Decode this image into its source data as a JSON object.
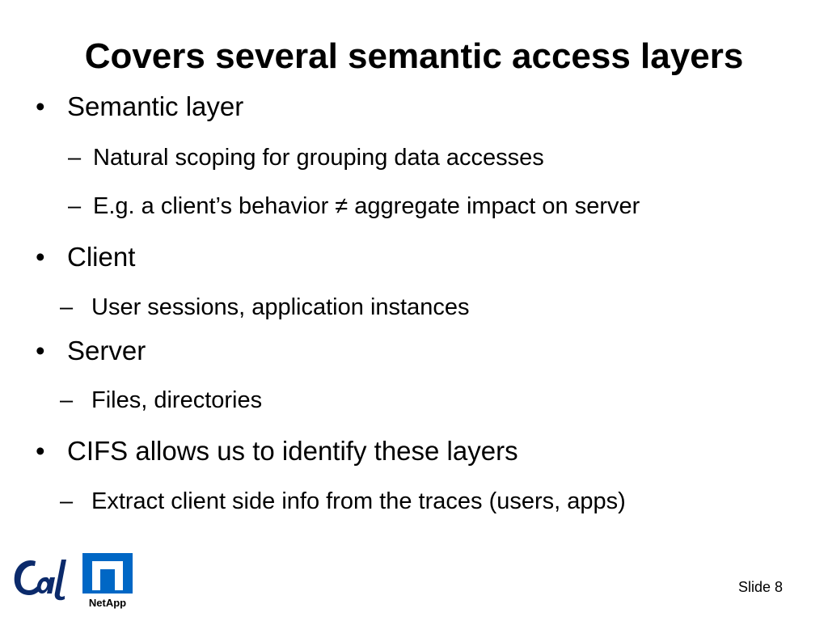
{
  "title": "Covers several semantic access layers",
  "bullets": [
    {
      "marker": "•",
      "text": "Semantic layer",
      "subitems": [
        {
          "marker": "–",
          "text": "Natural scoping for grouping data accesses"
        },
        {
          "marker": "–",
          "text": "E.g. a client’s behavior ≠ aggregate impact on server"
        }
      ]
    },
    {
      "marker": "•",
      "text": "Client",
      "subitems": [
        {
          "marker": "–",
          "text": "User sessions, application instances"
        }
      ]
    },
    {
      "marker": "•",
      "text": "Server",
      "subitems": [
        {
          "marker": "–",
          "text": "Files, directories"
        }
      ]
    },
    {
      "marker": "•",
      "text": "CIFS allows us to identify these layers",
      "subitems": [
        {
          "marker": "–",
          "text": "Extract client side info from the traces (users, apps)"
        }
      ]
    }
  ],
  "footer": {
    "slide_label": "Slide 8",
    "logos": [
      {
        "icon": "cal-logo",
        "text": "Cal",
        "color": "#0b2a6b"
      },
      {
        "icon": "netapp-logo",
        "text": "NetApp",
        "color": "#0067c5"
      }
    ]
  }
}
